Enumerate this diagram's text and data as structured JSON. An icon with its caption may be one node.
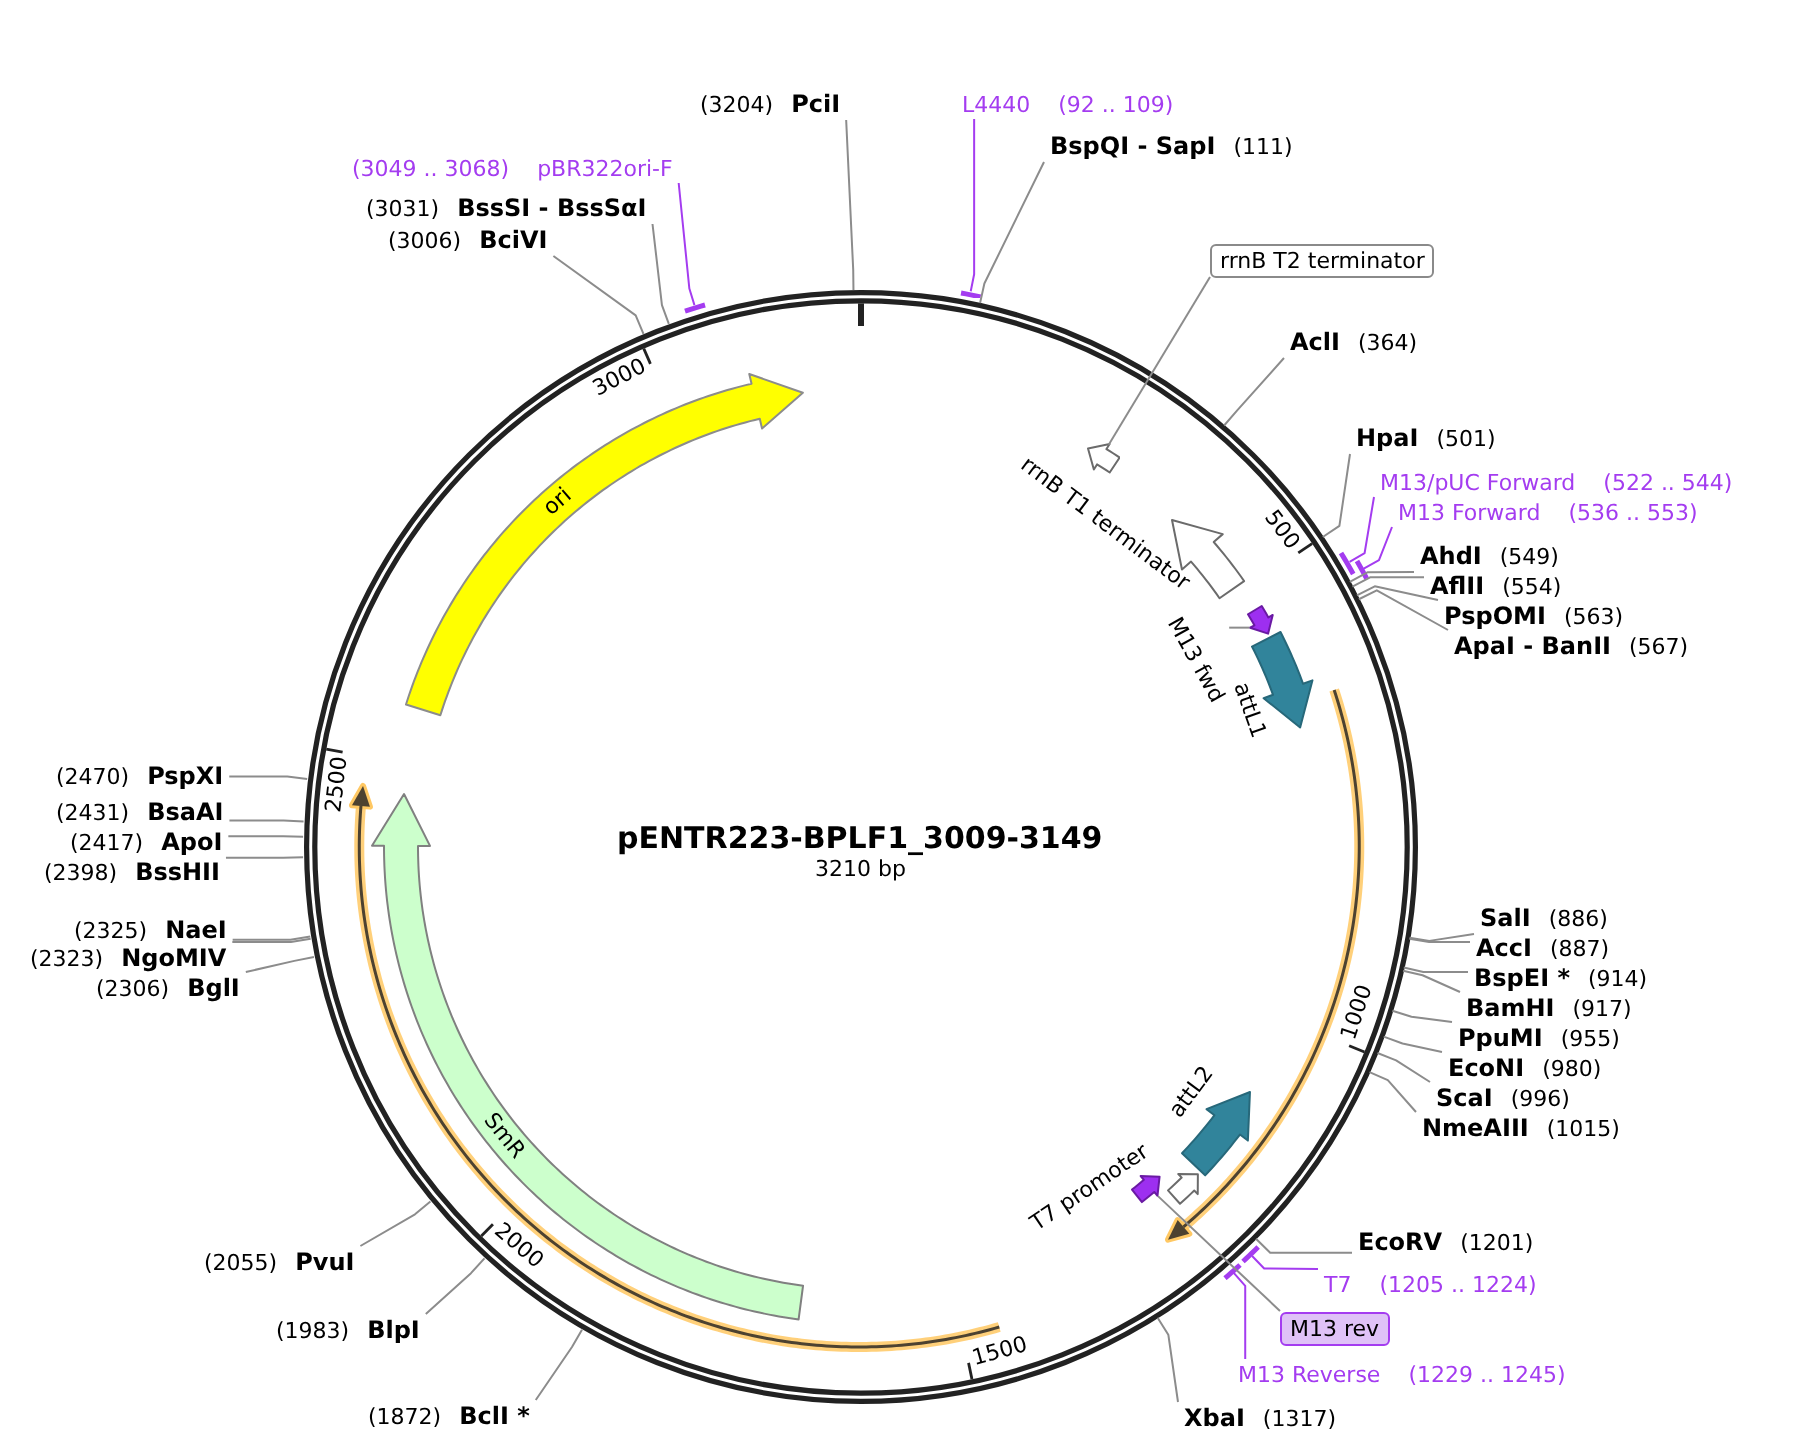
{
  "diagram": {
    "nodes": [
      {
        "text": [
          "pENTR223-BPLF1_3009-3149",
          "3210 bp"
        ]
      },
      {
        "text": [],
        "shape": "arrow",
        "in": 0
      },
      {
        "text": [
          "rrnB T1 terminator"
        ],
        "in": 0
      },
      {
        "text": [],
        "shape": "arrow",
        "in": 0
      },
      {
        "text": [
          "M13 fwd"
        ],
        "in": 0
      },
      {
        "text": [
          "attL1"
        ],
        "in": 0
      },
      {
        "text": [
          "attL2"
        ],
        "in": 0
      },
      {
        "text": [
          "T7 promoter"
        ],
        "in": 0
      },
      {
        "text": [],
        "shape": "arrow",
        "in": 0
      },
      {
        "text": [
          "SmR"
        ],
        "in": 0
      },
      {
        "text": [
          "ori"
        ],
        "in": 0
      },
      {
        "text": [
          "(3204)",
          "PciI"
        ]
      },
      {
        "text": [
          "L4440",
          "(92 .. 109)"
        ]
      },
      {
        "text": [],
        "shape": "bar"
      },
      {
        "text": [
          "BspQI - SapI",
          "(111)"
        ]
      },
      {
        "text": [
          "rrnB T2 terminator"
        ]
      },
      {
        "text": [
          "AclI",
          "(364)"
        ]
      },
      {
        "text": [
          "HpaI",
          "(501)"
        ]
      },
      {
        "text": [
          "M13/pUC Forward",
          "(522 .. 544)"
        ]
      },
      {
        "text": [],
        "shape": "bar"
      },
      {
        "text": [
          "M13 Forward",
          "(536 .. 553)"
        ]
      },
      {
        "text": [],
        "shape": "bar"
      },
      {
        "text": [
          "AhdI",
          "(549)"
        ]
      },
      {
        "text": [
          "AflII",
          "(554)"
        ]
      },
      {
        "text": [
          "PspOMI",
          "(563)"
        ]
      },
      {
        "text": [
          "ApaI - BanII",
          "(567)"
        ]
      },
      {
        "text": [
          "SalI",
          "(886)"
        ]
      },
      {
        "text": [
          "AccI",
          "(887)"
        ]
      },
      {
        "text": [
          "BspEI *",
          "(914)"
        ]
      },
      {
        "text": [
          "BamHI",
          "(917)"
        ]
      },
      {
        "text": [
          "PpuMI",
          "(955)"
        ]
      },
      {
        "text": [
          "EcoNI",
          "(980)"
        ]
      },
      {
        "text": [
          "ScaI",
          "(996)"
        ]
      },
      {
        "text": [
          "NmeAIII",
          "(1015)"
        ]
      },
      {
        "text": [
          "EcoRV",
          "(1201)"
        ]
      },
      {
        "text": [
          "T7",
          "(1205 .. 1224)"
        ]
      },
      {
        "text": [],
        "shape": "bar"
      },
      {
        "text": [
          "M13 rev"
        ]
      },
      {
        "text": [
          "M13 Reverse",
          "(1229 .. 1245)"
        ]
      },
      {
        "text": [],
        "shape": "bar"
      },
      {
        "text": [
          "XbaI",
          "(1317)"
        ]
      },
      {
        "text": [
          "(1872)",
          "BclI *"
        ]
      },
      {
        "text": [
          "(1983)",
          "BlpI"
        ]
      },
      {
        "text": [
          "(2055)",
          "PvuI"
        ]
      },
      {
        "text": [
          "(2306)",
          "BglI"
        ]
      },
      {
        "text": [
          "(2323)",
          "NgoMIV"
        ]
      },
      {
        "text": [
          "(2325)",
          "NaeI"
        ]
      },
      {
        "text": [
          "(2398)",
          "BssHII"
        ]
      },
      {
        "text": [
          "(2417)",
          "ApoI"
        ]
      },
      {
        "text": [
          "(2431)",
          "BsaAI"
        ]
      },
      {
        "text": [
          "(2470)",
          "PspXI"
        ]
      },
      {
        "text": [
          "(3006)",
          "BciVI"
        ]
      },
      {
        "text": [
          "(3031)",
          "BssSI - BssSαI"
        ]
      },
      {
        "text": [
          "(3049 .. 3068)",
          "pBR322ori-F"
        ]
      },
      {
        "text": [],
        "shape": "bar"
      }
    ],
    "edges": [
      {
        "from": 11,
        "to": 0,
        "arrow": "none"
      },
      {
        "from": 12,
        "to": 13,
        "arrow": "none",
        "color": "#a43cf0"
      },
      {
        "from": 14,
        "to": 0,
        "arrow": "none"
      },
      {
        "from": 15,
        "to": 1,
        "arrow": "none"
      },
      {
        "from": 4,
        "to": 3,
        "arrow": "none"
      },
      {
        "from": 16,
        "to": 0,
        "arrow": "none"
      },
      {
        "from": 17,
        "to": 0,
        "arrow": "none"
      },
      {
        "from": 18,
        "to": 19,
        "arrow": "none",
        "color": "#a43cf0"
      },
      {
        "from": 20,
        "to": 21,
        "arrow": "none",
        "color": "#a43cf0"
      },
      {
        "from": 22,
        "to": 0,
        "arrow": "none"
      },
      {
        "from": 23,
        "to": 0,
        "arrow": "none"
      },
      {
        "from": 24,
        "to": 0,
        "arrow": "none"
      },
      {
        "from": 25,
        "to": 0,
        "arrow": "none"
      },
      {
        "from": 26,
        "to": 0,
        "arrow": "none"
      },
      {
        "from": 27,
        "to": 0,
        "arrow": "none"
      },
      {
        "from": 28,
        "to": 0,
        "arrow": "none"
      },
      {
        "from": 29,
        "to": 0,
        "arrow": "none"
      },
      {
        "from": 30,
        "to": 0,
        "arrow": "none"
      },
      {
        "from": 31,
        "to": 0,
        "arrow": "none"
      },
      {
        "from": 32,
        "to": 0,
        "arrow": "none"
      },
      {
        "from": 33,
        "to": 0,
        "arrow": "none"
      },
      {
        "from": 34,
        "to": 0,
        "arrow": "none"
      },
      {
        "from": 35,
        "to": 36,
        "arrow": "none",
        "color": "#a43cf0"
      },
      {
        "from": 37,
        "to": 8,
        "arrow": "none"
      },
      {
        "from": 38,
        "to": 39,
        "arrow": "none",
        "color": "#a43cf0"
      },
      {
        "from": 40,
        "to": 0,
        "arrow": "none"
      },
      {
        "from": 41,
        "to": 0,
        "arrow": "none"
      },
      {
        "from": 42,
        "to": 0,
        "arrow": "none"
      },
      {
        "from": 43,
        "to": 0,
        "arrow": "none"
      },
      {
        "from": 44,
        "to": 0,
        "arrow": "none"
      },
      {
        "from": 45,
        "to": 0,
        "arrow": "none"
      },
      {
        "from": 46,
        "to": 0,
        "arrow": "none"
      },
      {
        "from": 47,
        "to": 0,
        "arrow": "none"
      },
      {
        "from": 48,
        "to": 0,
        "arrow": "none"
      },
      {
        "from": 49,
        "to": 0,
        "arrow": "none"
      },
      {
        "from": 50,
        "to": 0,
        "arrow": "none"
      },
      {
        "from": 51,
        "to": 0,
        "arrow": "none"
      },
      {
        "from": 52,
        "to": 0,
        "arrow": "none"
      },
      {
        "from": 53,
        "to": 54,
        "arrow": "none",
        "color": "#a43cf0"
      }
    ],
    "labels": [
      "500",
      "1000",
      "1500",
      "2000",
      "2500",
      "3000"
    ]
  }
}
